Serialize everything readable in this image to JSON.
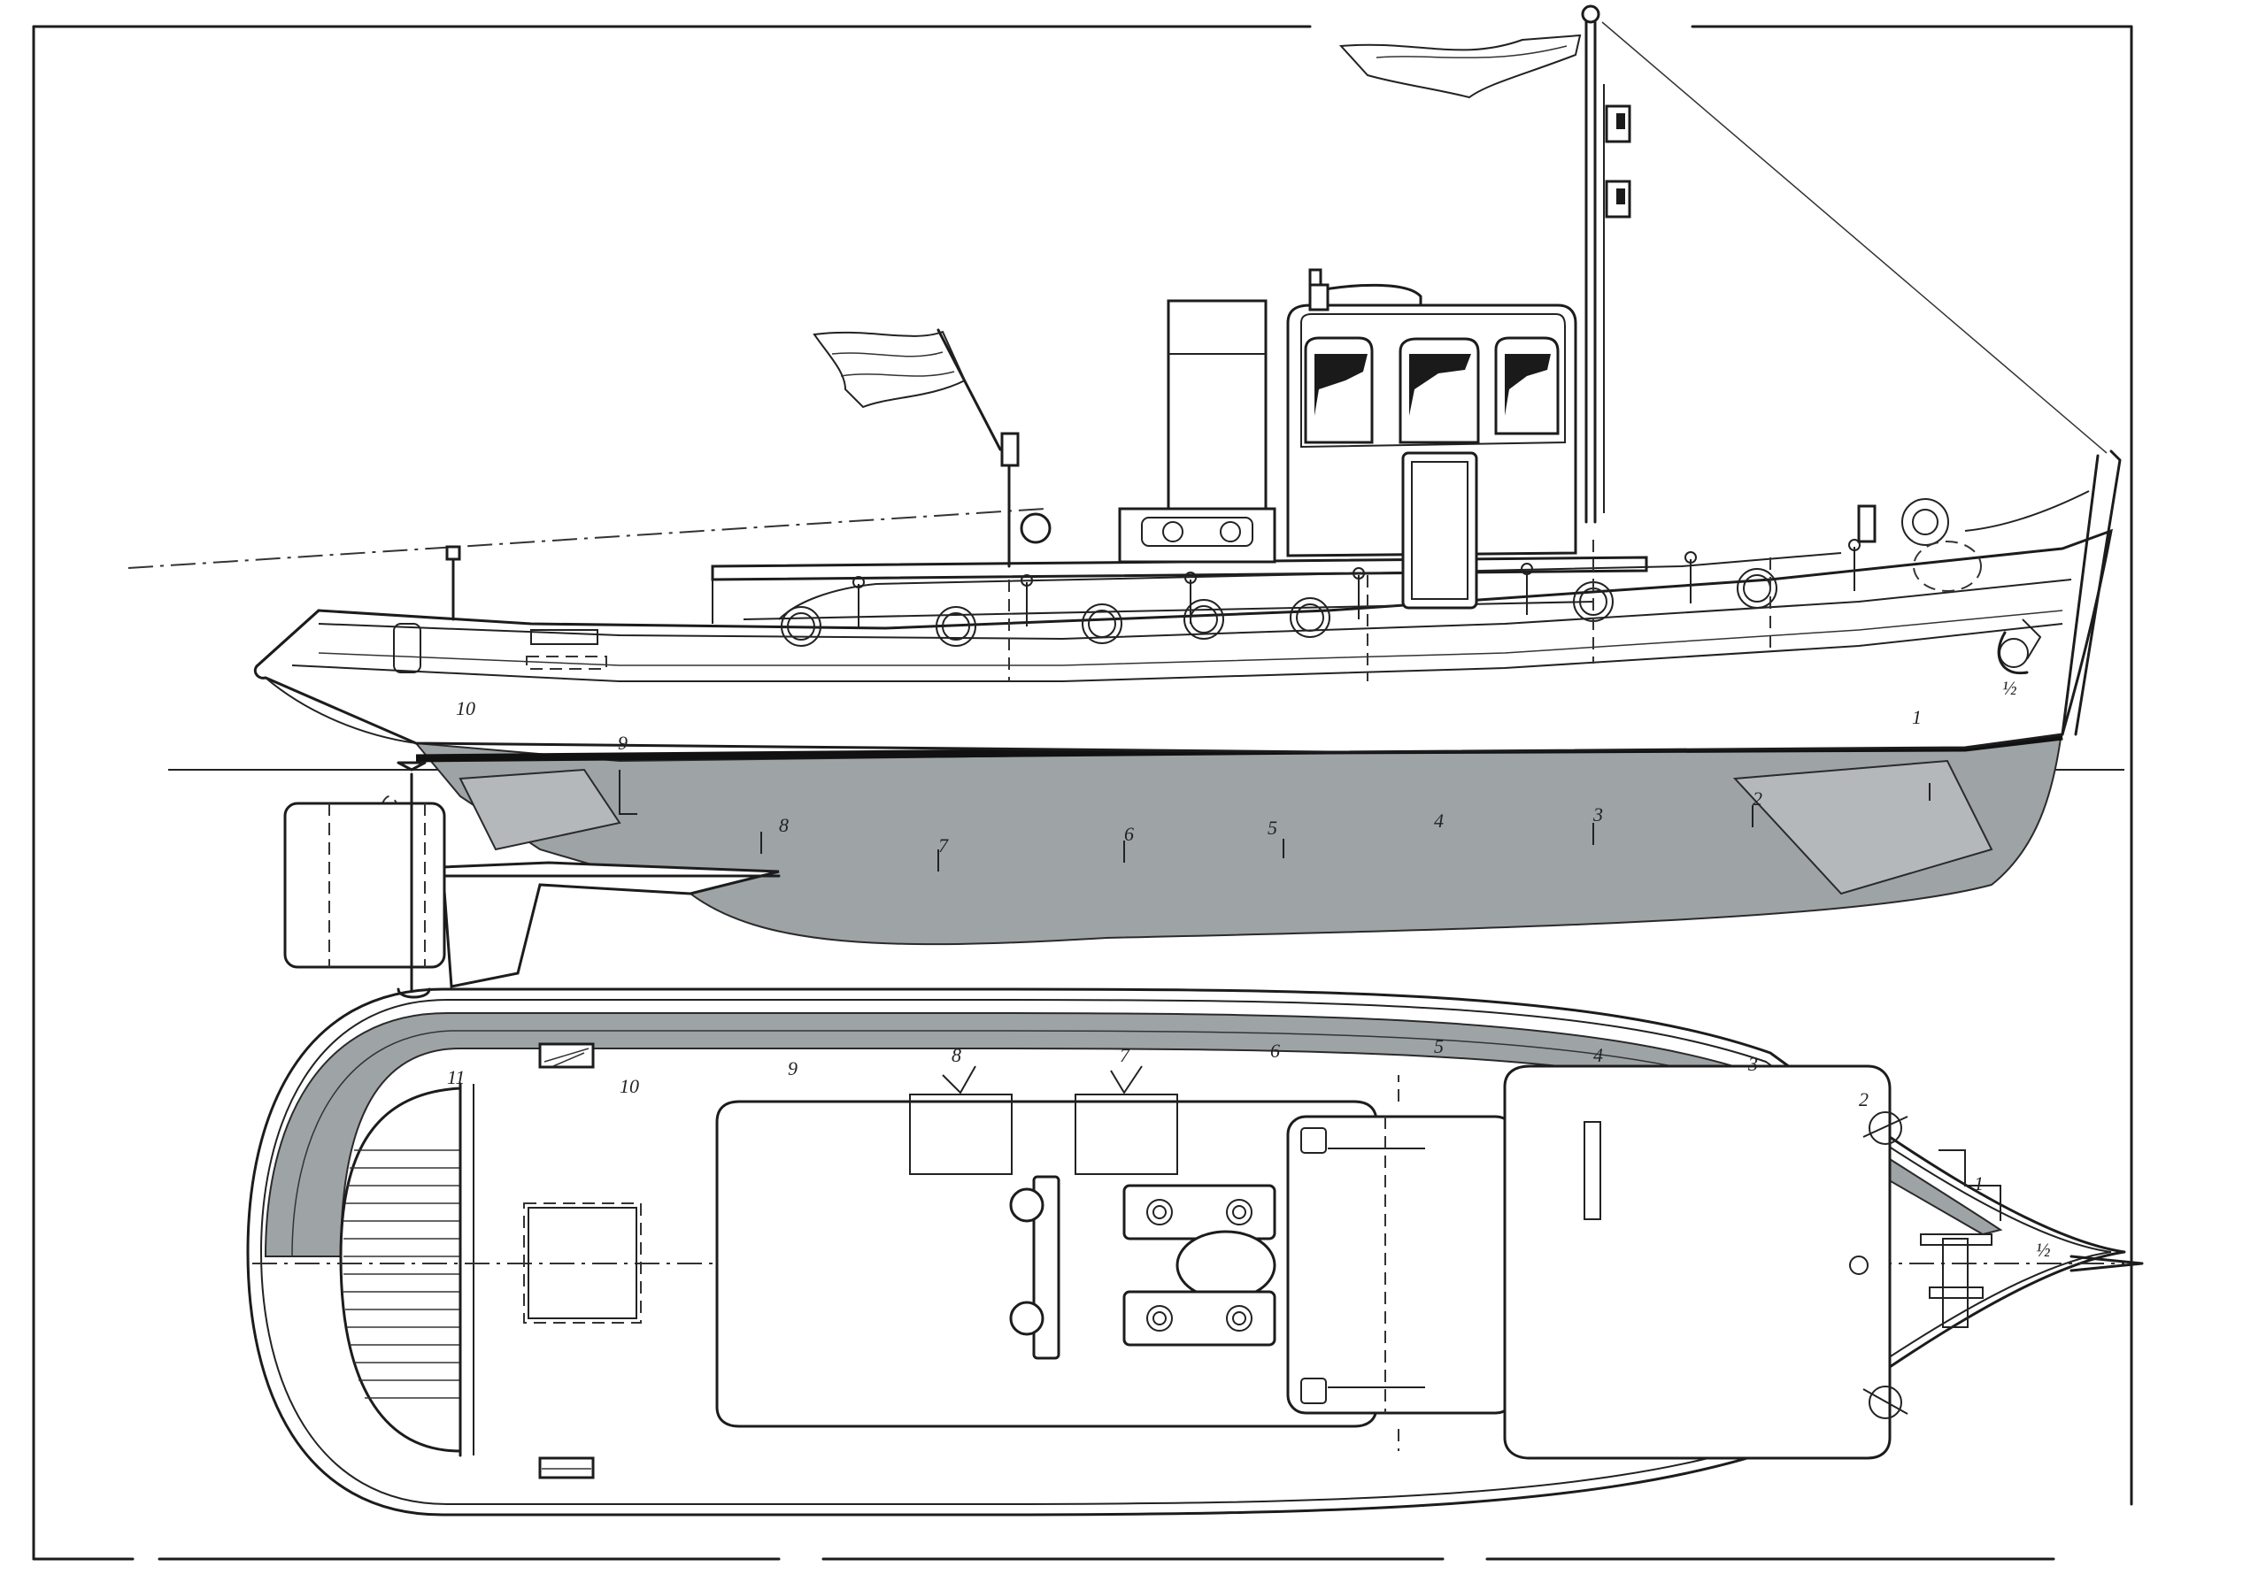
{
  "drawing": {
    "elevation_station_labels": [
      "10",
      "9",
      "8",
      "7",
      "6",
      "5",
      "4",
      "3",
      "2",
      "1",
      "½"
    ],
    "plan_station_labels": [
      "11",
      "10",
      "9",
      "8",
      "7",
      "6",
      "5",
      "4",
      "3",
      "2",
      "1",
      "½"
    ]
  }
}
